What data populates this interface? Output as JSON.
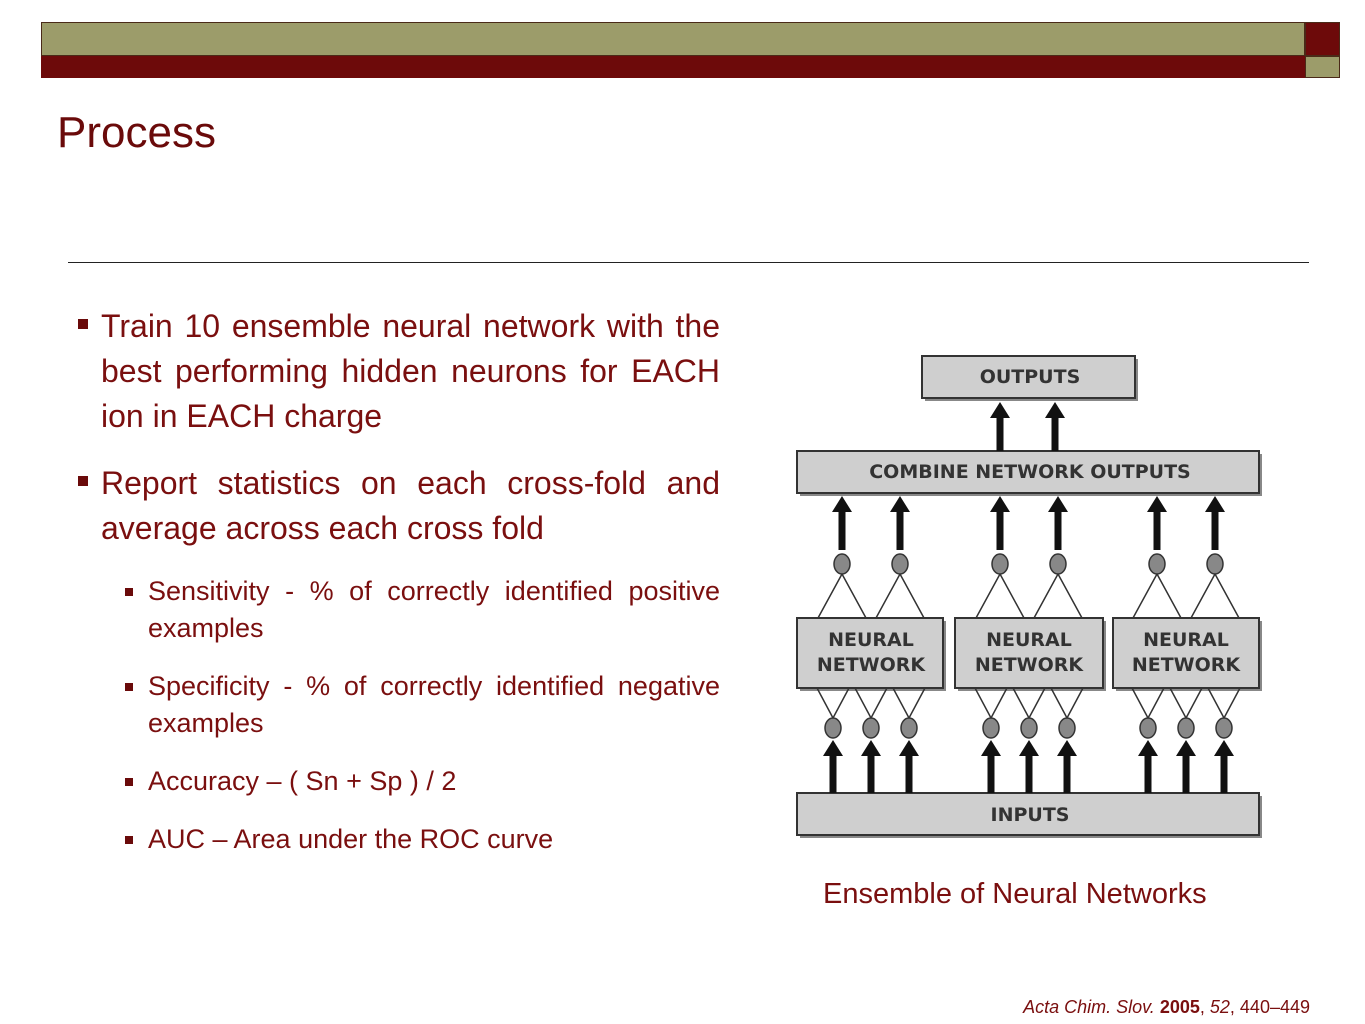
{
  "slide": {
    "title": "Process",
    "bullets": [
      "Train 10 ensemble neural network with the best performing hidden neurons for EACH ion in EACH charge",
      "Report statistics on each cross-fold and average across each cross fold"
    ],
    "sub_bullets": [
      "Sensitivity - % of correctly identified positive examples",
      "Specificity - % of correctly identified negative examples",
      "Accuracy – ( Sn + Sp ) / 2",
      "AUC – Area under the ROC curve"
    ],
    "diagram": {
      "outputs_label": "OUTPUTS",
      "combine_label": "COMBINE NETWORK OUTPUTS",
      "network_line1": "NEURAL",
      "network_line2": "NETWORK",
      "inputs_label": "INPUTS"
    },
    "caption": "Ensemble of Neural Networks",
    "citation": {
      "journal": "Acta Chim. Slov.",
      "year": "2005",
      "volume": "52",
      "pages": "440–449"
    }
  },
  "colors": {
    "olive": "#9c9c6a",
    "dark_red": "#6d0a0a",
    "text_red": "#7a0f0f",
    "diagram_box": "#cfcfcf"
  }
}
